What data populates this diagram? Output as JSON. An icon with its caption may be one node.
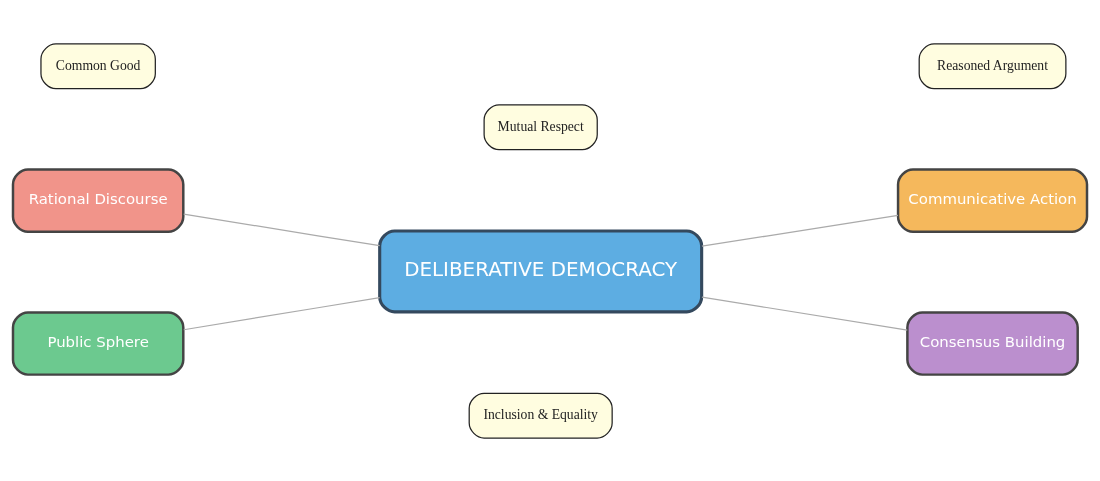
{
  "diagram": {
    "nodes": [
      {
        "text": [
          "Inclusion & Equality"
        ]
      },
      {
        "text": [
          "Rational Discourse"
        ]
      },
      {
        "text": [
          "Communicative Action"
        ]
      },
      {
        "text": [
          "Common Good"
        ]
      },
      {
        "text": [
          "DELIBERATIVE DEMOCRACY"
        ]
      },
      {
        "text": [
          "Reasoned Argument"
        ]
      },
      {
        "text": [
          "Public Sphere"
        ]
      },
      {
        "text": [
          "Consensus Building"
        ]
      },
      {
        "text": [
          "Mutual Respect"
        ]
      }
    ],
    "edges": [
      {
        "from": 1,
        "to": 4,
        "arrow": "none"
      },
      {
        "from": 2,
        "to": 4,
        "arrow": "none"
      },
      {
        "from": 6,
        "to": 4,
        "arrow": "none"
      },
      {
        "from": 7,
        "to": 4,
        "arrow": "none"
      }
    ]
  }
}
